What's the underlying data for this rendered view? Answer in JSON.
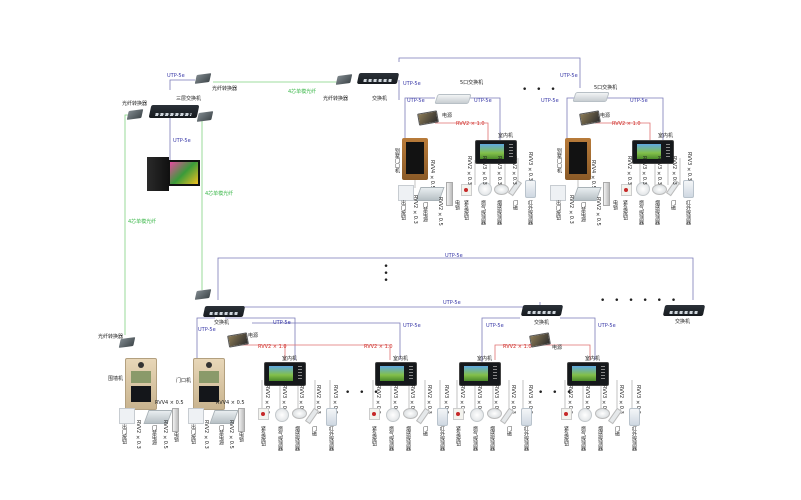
{
  "diagram": {
    "type": "building-intercom-network-topology",
    "core": {
      "core_switch_label": "三层交换机",
      "fiber_converter_label": "光纤转换器",
      "cable_utp": "UTP-5e",
      "cable_fiber": "4芯单模光纤",
      "cable_power": "RVV2 × 1.0",
      "switch_label": "交换机",
      "switch5_label": "5口交换机",
      "power_label": "电源",
      "indoor_label": "室内机"
    },
    "villa_units": {
      "door_station": "别墅门口机",
      "exit_button": "出门按钮",
      "lock_power": "门禁电源",
      "electric_lock": "电锁",
      "cable_door": "RVV4 ×0.5",
      "cable_exit": "RVV2 ×0.3",
      "cable_lock": "RVV2 ×0.5"
    },
    "sensors": [
      {
        "name": "紧急按钮",
        "cable": "RVV2 ×0.3"
      },
      {
        "name": "燃气探测器",
        "cable": "RVV3 ×0.3"
      },
      {
        "name": "烟感探测器",
        "cable": "RVV3 ×0.3"
      },
      {
        "name": "门磁",
        "cable": "RVV2 ×0.3"
      },
      {
        "name": "红外探测器",
        "cable": "RVV3 ×0.3"
      }
    ],
    "building": {
      "wall_station": "围墙机",
      "door_station": "门口机",
      "exit_button": "出门按钮",
      "lock_power": "门禁电源",
      "electric_lock": "电锁",
      "cable_door": "RVV4 × 0.5",
      "cable_exit": "RVV2 ×0.3",
      "cable_lock": "RVV2 ×0.5"
    },
    "ellipsis_h": "• • •",
    "ellipsis_long": "• • • • • •",
    "ellipsis_v": "•\n•\n•"
  }
}
